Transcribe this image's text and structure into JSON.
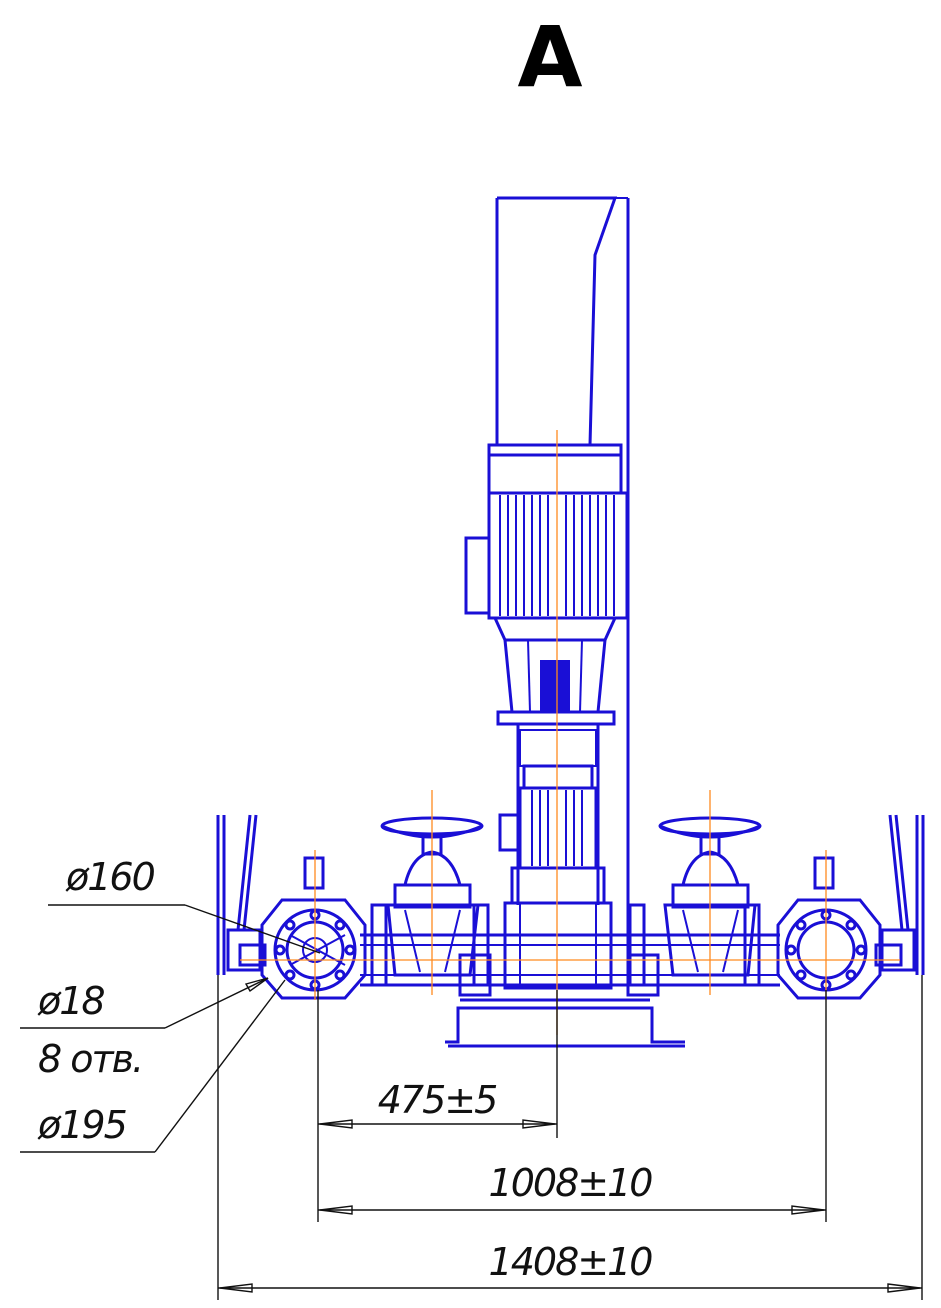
{
  "view": {
    "letter": "A"
  },
  "callouts": {
    "flange_outer_dia": "ø160",
    "bolt_hole_dia": "ø18",
    "bolt_hole_count": "8 отв.",
    "bolt_circle_dia": "ø195"
  },
  "dimensions": {
    "flange_to_axis": "475±5",
    "flange_to_flange": "1008±10",
    "overall_width": "1408±10"
  }
}
